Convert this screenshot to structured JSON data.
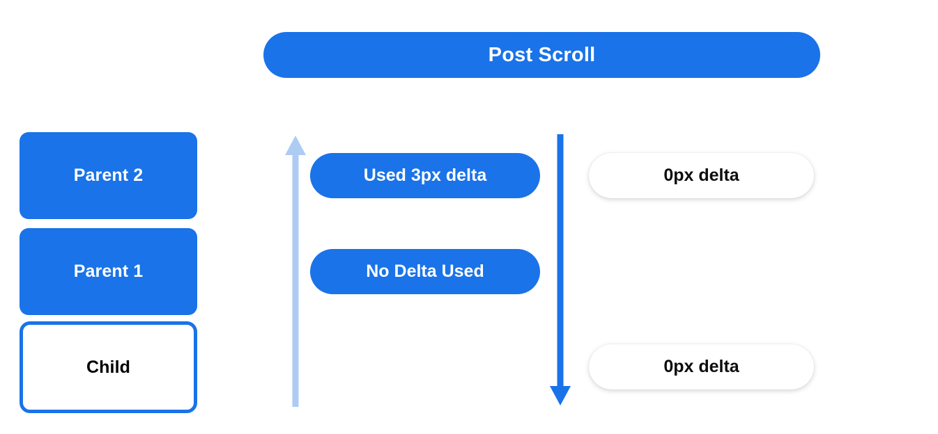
{
  "banner": {
    "title": "Post Scroll",
    "background": "#1a73e8",
    "text_color": "#ffffff"
  },
  "node_stack": {
    "name": "scroll-chain",
    "nodes": [
      {
        "label": "Parent 2",
        "style": "filled",
        "fill": "#1a73e8",
        "text_color": "#ffffff"
      },
      {
        "label": "Parent 1",
        "style": "filled",
        "fill": "#1a73e8",
        "text_color": "#ffffff"
      },
      {
        "label": "Child",
        "style": "outlined",
        "fill": "#ffffff",
        "border_color": "#1a73e8",
        "text_color": "#000000"
      }
    ]
  },
  "arrows": {
    "up": {
      "name": "upward-arrow",
      "direction": "up",
      "color": "#aecbf4"
    },
    "down": {
      "name": "downward-arrow",
      "direction": "down",
      "color": "#1a73e8"
    }
  },
  "delta_labels": {
    "consumed": [
      {
        "label": "Used 3px delta",
        "style": "blue"
      },
      {
        "label": "No Delta Used",
        "style": "blue"
      }
    ],
    "remaining": [
      {
        "label": "0px delta",
        "style": "white"
      },
      {
        "label": "0px delta",
        "style": "white"
      }
    ]
  }
}
